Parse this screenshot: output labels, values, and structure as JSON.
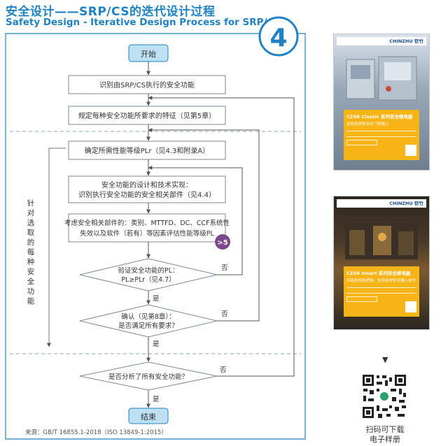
{
  "header": {
    "title_cn": "安全设计——SRP/CS的迭代设计过程",
    "title_en": "Safety Design - Iterative Design Process for SRP/CS",
    "step_number": "4"
  },
  "flowchart": {
    "start": "开始",
    "step_identify": "识别由SRP/CS执行的安全功能",
    "step_specify": "规定每种安全功能所要求的特征（见第5章）",
    "step_determine_pl": "确定所需性能等级PLr（见4.3和附录A）",
    "step_design_line1": "安全功能的设计和技术实现：",
    "step_design_line2": "识别执行安全功能的安全相关部件（见4.4）",
    "step_evaluate_line1": "考虑安全相关部件的：类别、MTTFD、DC、CCF系统性",
    "step_evaluate_line2": "失效以及软件（若有）等因素评估性能等级PL",
    "ref_badge": ">5",
    "decision_verify_line1": "验证安全功能的PL：",
    "decision_verify_line2": "PL≥PLr（见4.7）",
    "decision_validate_line1": "确认（见第8章）：",
    "decision_validate_line2": "是否满足所有要求？",
    "decision_all_line1": "是否分析了所有安全功能？",
    "yes_label": "是",
    "no_label": "否",
    "end": "结束",
    "side_label": [
      "针",
      "对",
      "选",
      "取",
      "的",
      "每",
      "种",
      "安",
      "全",
      "功",
      "能"
    ],
    "source": "来源：GB/T 16855.1-2018（ISO 13849-1:2015）"
  },
  "catalogs": [
    {
      "brand": "CHINZHU 钦竹",
      "title": "CZSR Classic 系列安全继电器",
      "subtitle": "支持急停和安全门等输入"
    },
    {
      "brand": "CHINZHU 钦竹",
      "title": "CZSR Smart 系列安全继电器",
      "subtitle": "可组态控制逻辑，支持多种安全输入信号"
    }
  ],
  "download": {
    "caption_line1": "扫码可下载",
    "caption_line2": "电子样册"
  },
  "colors": {
    "accent_blue": "#1e82c4",
    "start_end_fill": "#bde0f3",
    "badge_purple": "#7c4a8c",
    "catalog_yellow": "#f6b417"
  }
}
